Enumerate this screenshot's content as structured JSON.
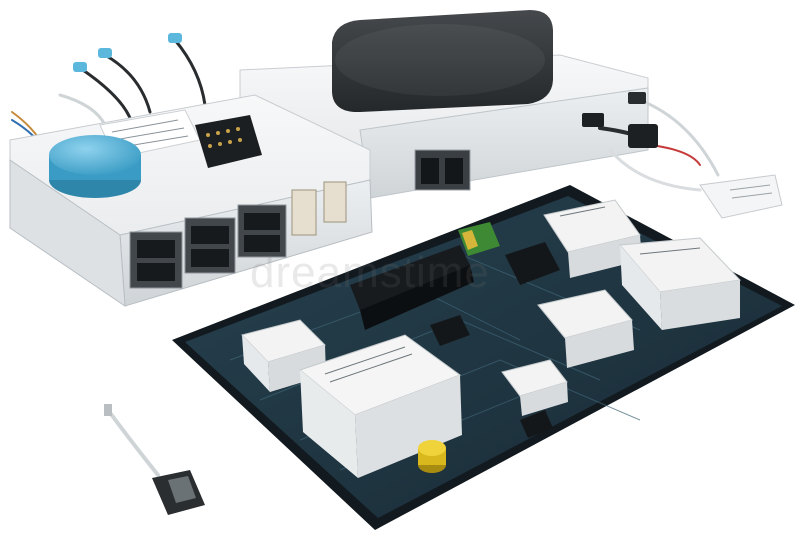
{
  "image": {
    "watermark_text": "dreamstime",
    "colors": {
      "background": "#ffffff",
      "pcb": "#1f3440",
      "pcb_frame": "#121a20",
      "enclosure": "#e9ecee",
      "router": "#33373a",
      "blue_part": "#5bb7db",
      "yellow_part": "#e2c21c",
      "modules": "#f2f3f2"
    },
    "objects": [
      "white-enclosure",
      "blue-buzzer",
      "black-router",
      "circuit-board",
      "cables",
      "small-sensor"
    ]
  }
}
